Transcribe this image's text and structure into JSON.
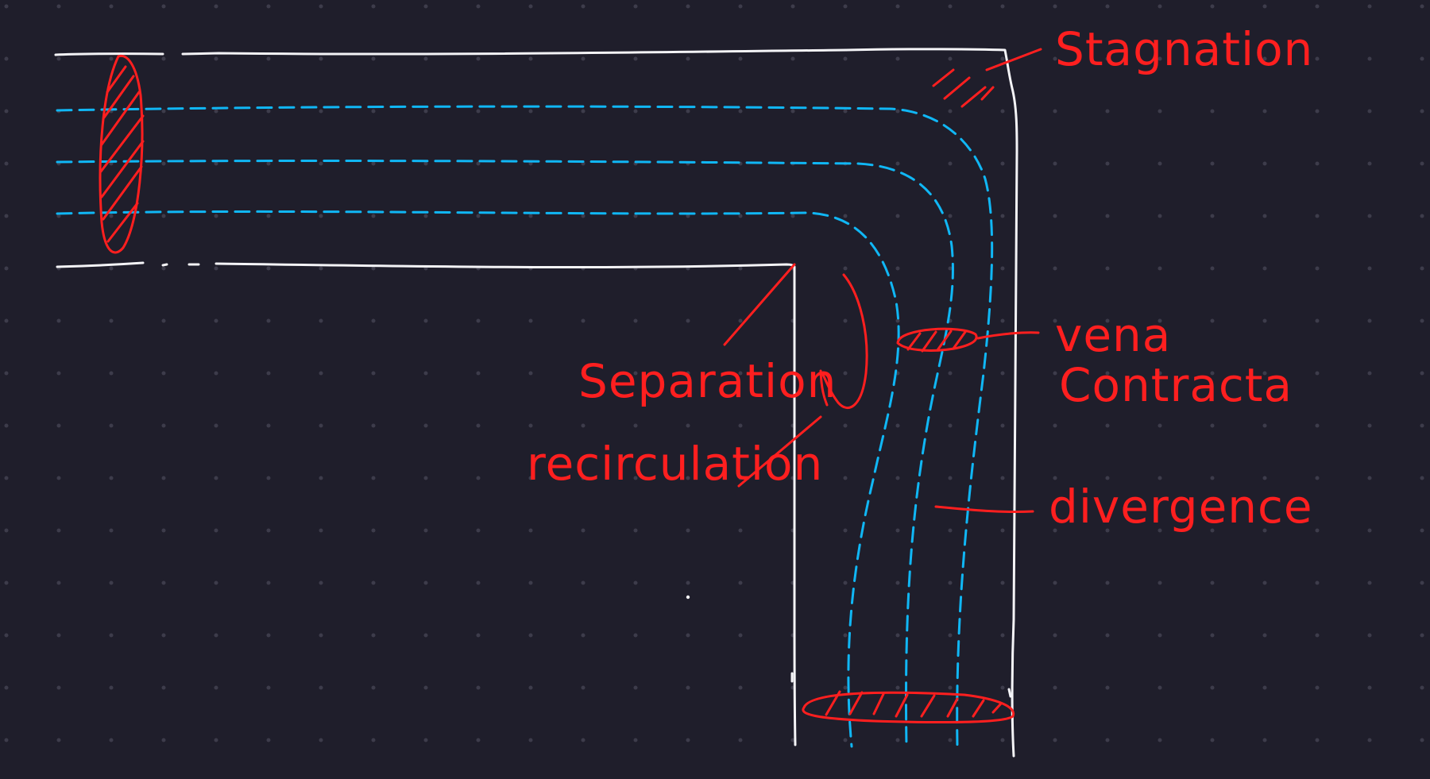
{
  "colors": {
    "background": "#1f1e2b",
    "grid_dot": "#3d3c4b",
    "pipe_wall": "#f4f4f7",
    "streamline": "#10b7f5",
    "annotation": "#ff1f1f"
  },
  "labels": {
    "stagnation": "Stagnation",
    "separation": "Separation",
    "recirculation": "recirculation",
    "vena_line1": "vena",
    "vena_line2": "Contracta",
    "divergence": "divergence"
  }
}
